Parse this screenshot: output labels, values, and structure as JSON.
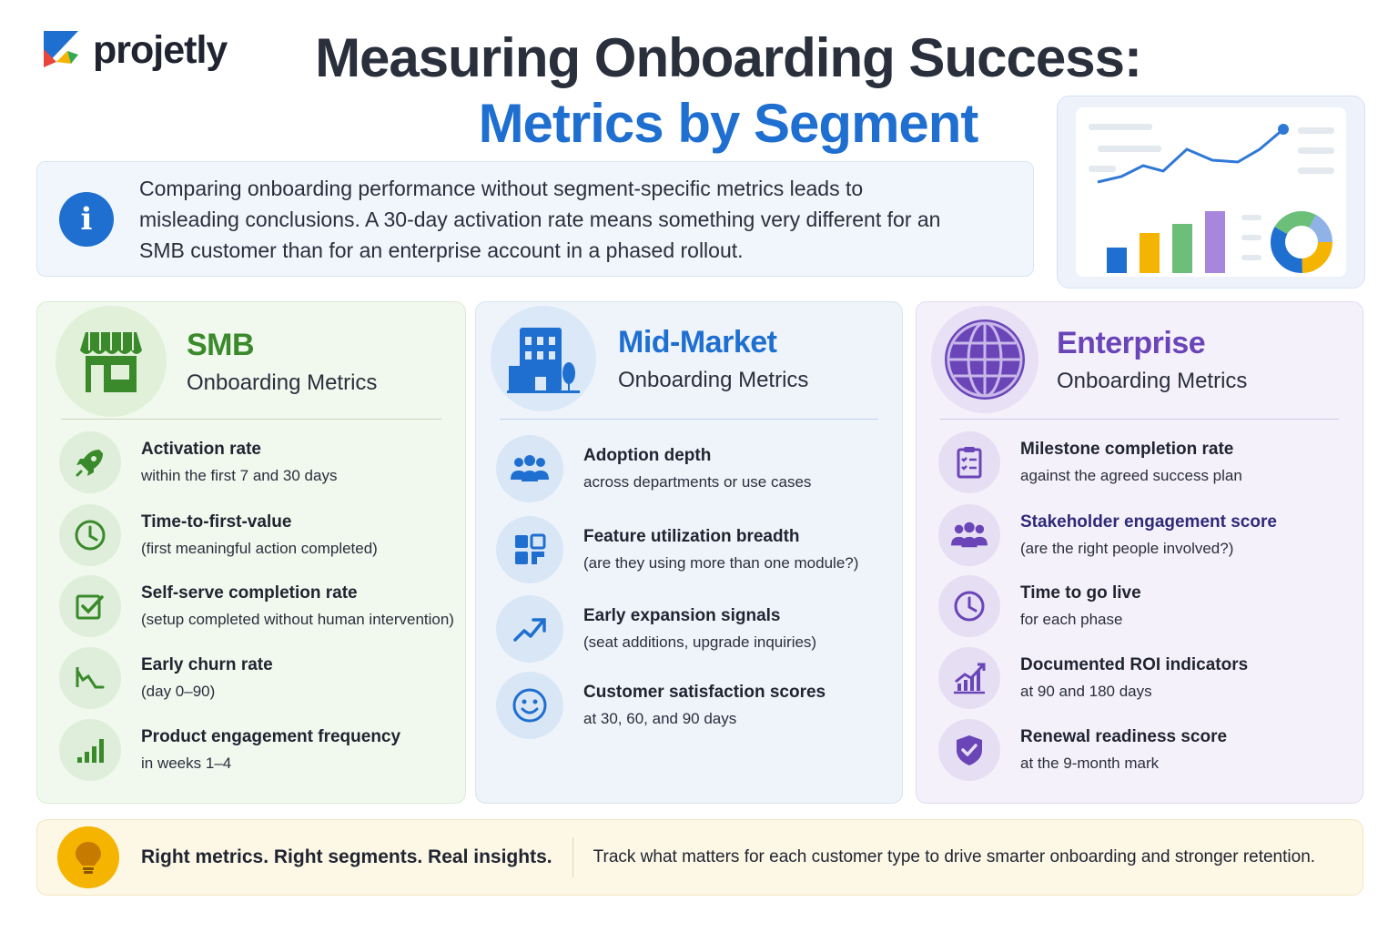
{
  "brand": {
    "name": "projetly",
    "logo_icon": "projetly-logo-icon"
  },
  "header": {
    "title_line1": "Measuring Onboarding Success:",
    "title_line2": "Metrics by Segment"
  },
  "info": {
    "icon": "info-icon",
    "text": "Comparing onboarding performance without segment-specific metrics leads to misleading conclusions. A 30-day activation rate means something very different for an SMB customer than for an enterprise account in a phased rollout."
  },
  "colors": {
    "smb": "#3a8a2c",
    "mid_market": "#1f6fd1",
    "enterprise": "#6a45b8",
    "accent_yellow": "#f5b400"
  },
  "segments": {
    "smb": {
      "name": "SMB",
      "subtitle": "Onboarding Metrics",
      "icon": "storefront-icon",
      "metrics": [
        {
          "title": "Activation rate",
          "desc": "within the first 7 and 30 days",
          "icon": "rocket-icon"
        },
        {
          "title": "Time-to-first-value",
          "desc": "(first meaningful action completed)",
          "icon": "clock-icon"
        },
        {
          "title": "Self-serve completion rate",
          "desc": "(setup completed without human intervention)",
          "icon": "checkbox-icon"
        },
        {
          "title": "Early churn rate",
          "desc": "(day 0–90)",
          "icon": "trend-down-icon"
        },
        {
          "title": "Product engagement frequency",
          "desc": "in weeks 1–4",
          "icon": "bar-chart-icon"
        }
      ]
    },
    "mid_market": {
      "name": "Mid-Market",
      "subtitle": "Onboarding Metrics",
      "icon": "office-building-icon",
      "metrics": [
        {
          "title": "Adoption depth",
          "desc": "across departments or use cases",
          "icon": "people-group-icon"
        },
        {
          "title": "Feature utilization breadth",
          "desc": "(are they using more than one module?)",
          "icon": "modules-grid-icon"
        },
        {
          "title": "Early expansion signals",
          "desc": "(seat additions, upgrade inquiries)",
          "icon": "trend-up-icon"
        },
        {
          "title": "Customer satisfaction scores",
          "desc": "at 30, 60, and 90 days",
          "icon": "smiley-icon"
        }
      ]
    },
    "enterprise": {
      "name": "Enterprise",
      "subtitle": "Onboarding Metrics",
      "icon": "globe-icon",
      "metrics": [
        {
          "title": "Milestone completion rate",
          "desc": "against the agreed success plan",
          "icon": "clipboard-checklist-icon"
        },
        {
          "title": "Stakeholder engagement score",
          "desc": "(are the right people involved?)",
          "icon": "people-group-icon"
        },
        {
          "title": "Time to go live",
          "desc": "for each phase",
          "icon": "clock-icon"
        },
        {
          "title": "Documented ROI indicators",
          "desc": "at 90 and 180 days",
          "icon": "growth-chart-icon"
        },
        {
          "title": "Renewal readiness score",
          "desc": "at the 9-month mark",
          "icon": "shield-check-icon"
        }
      ]
    }
  },
  "footer": {
    "icon": "lightbulb-icon",
    "headline": "Right metrics. Right segments. Real insights.",
    "text": "Track what matters for each customer type to drive smarter onboarding and stronger retention."
  },
  "illustration": {
    "icon": "dashboard-illustration-icon"
  }
}
